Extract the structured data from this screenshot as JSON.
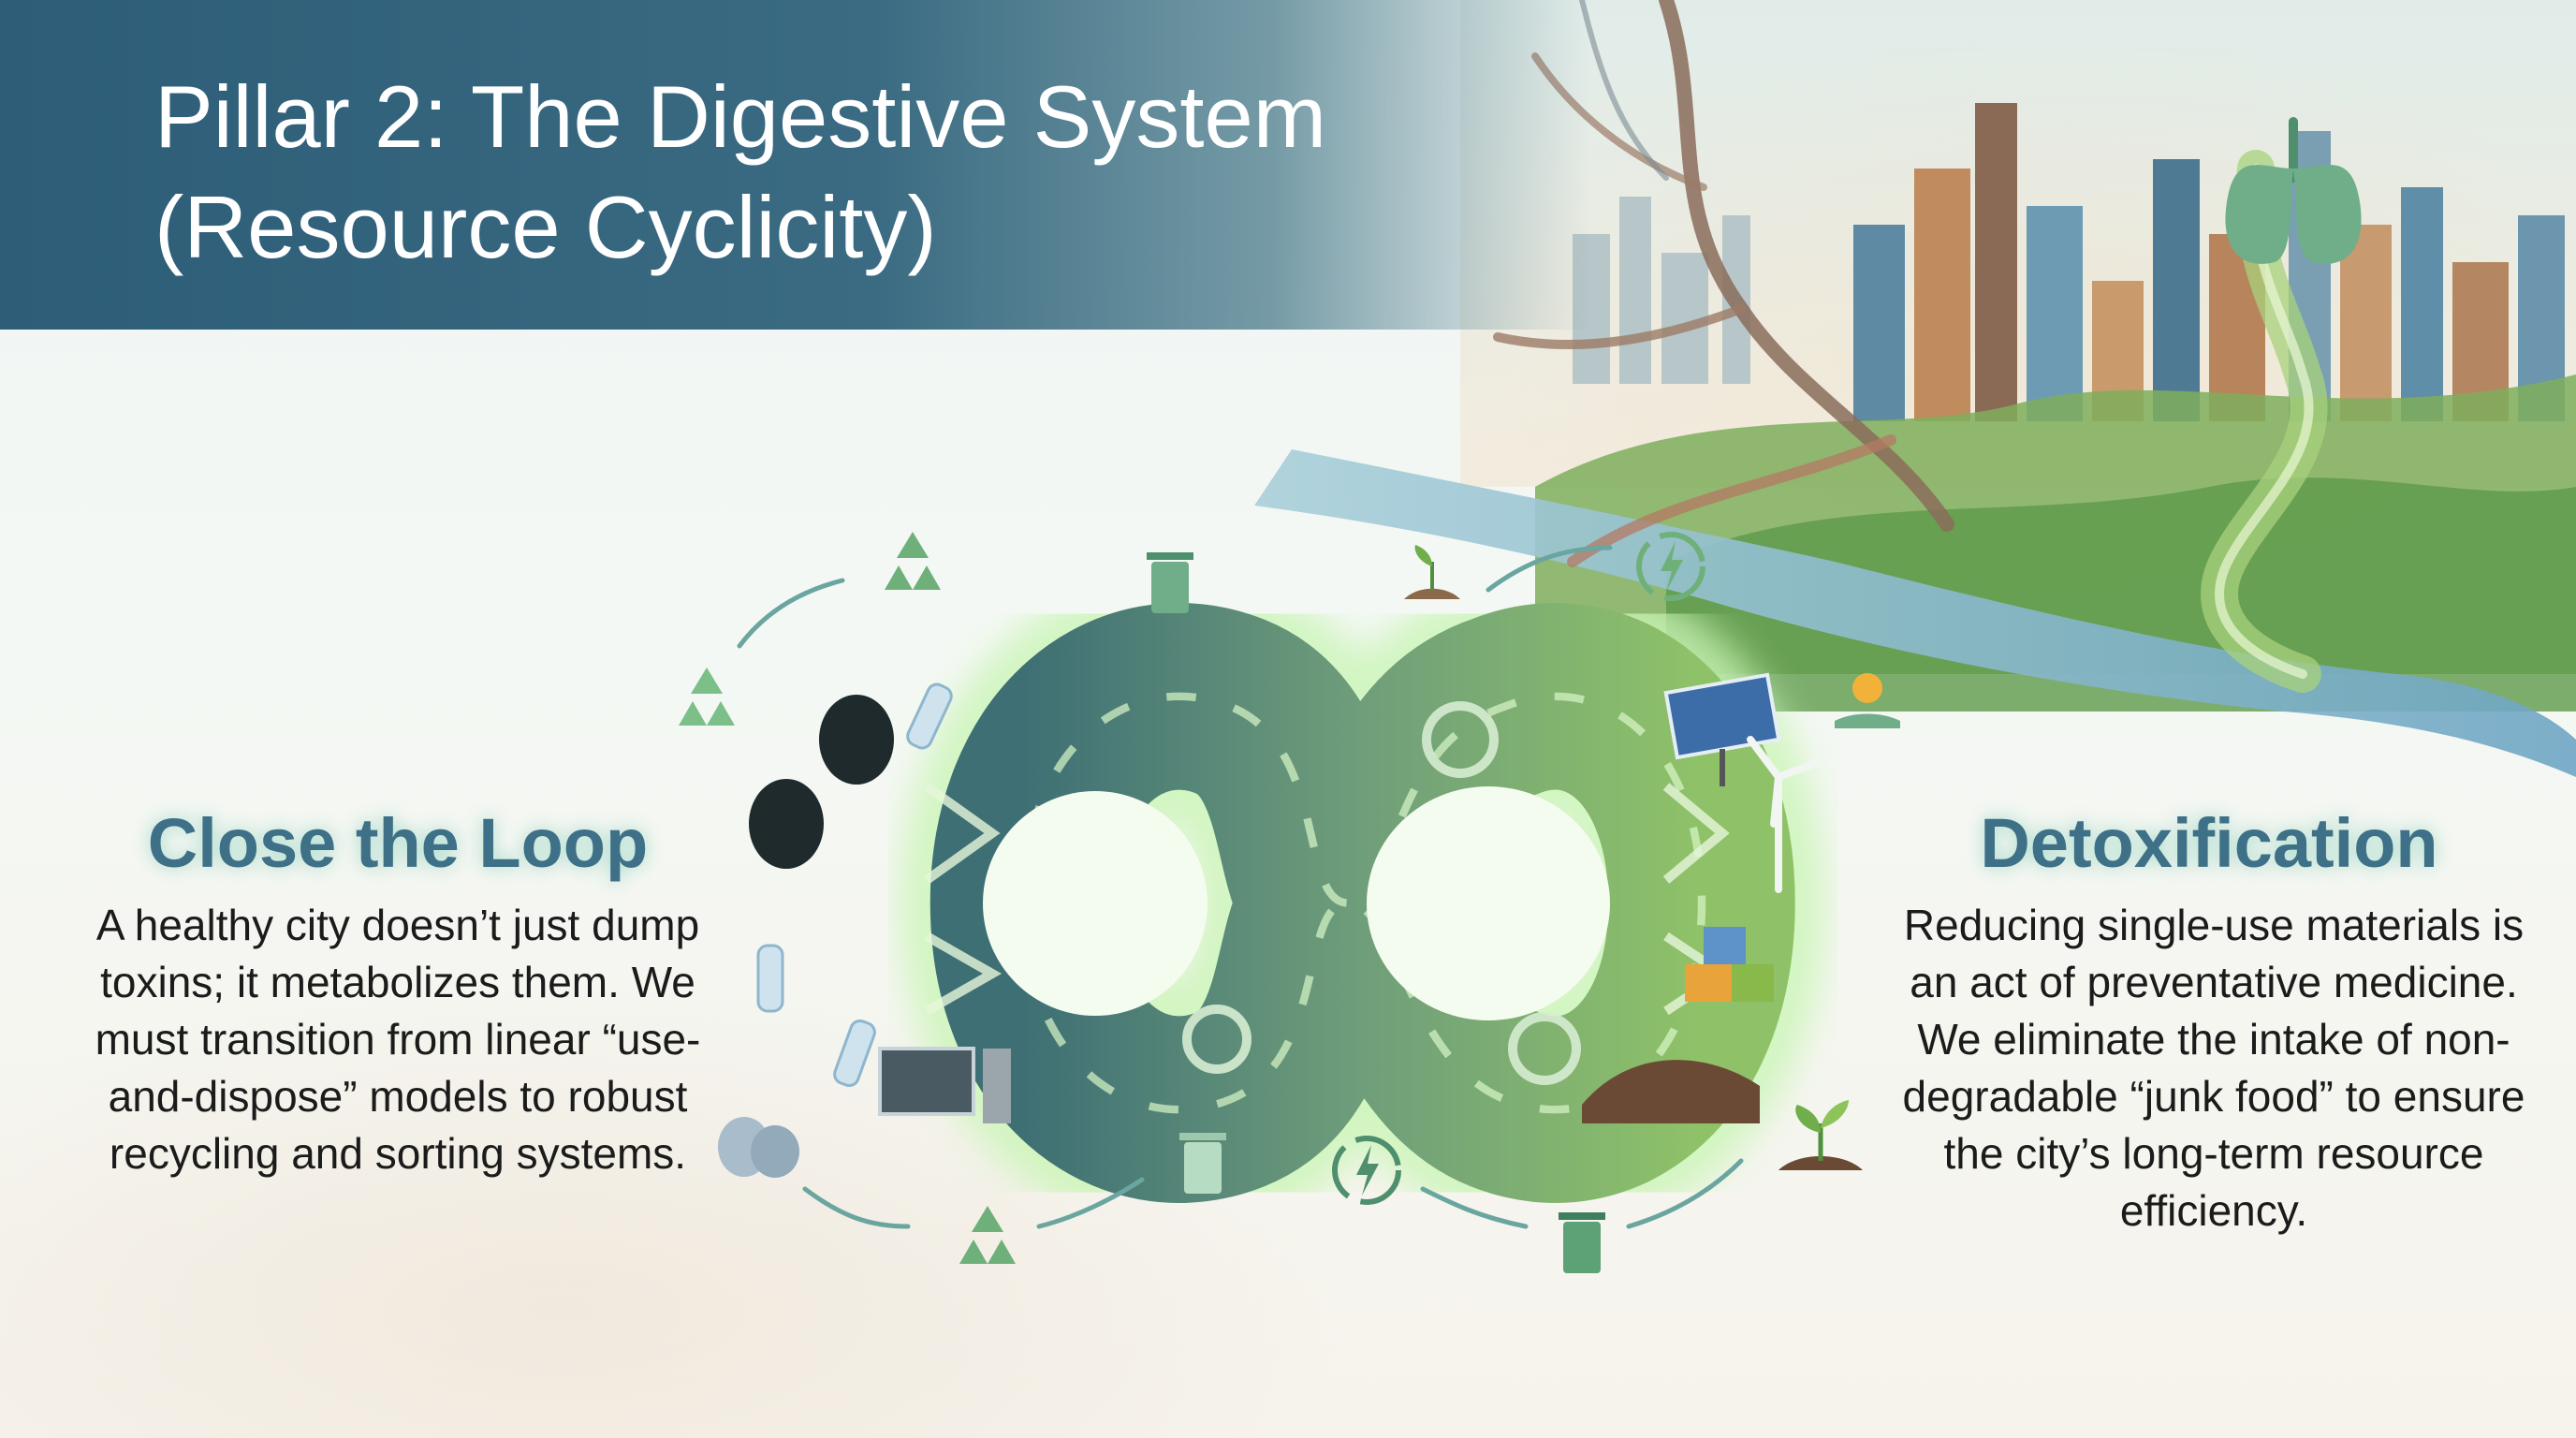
{
  "title": {
    "line1": "Pillar 2: The Digestive System",
    "line2": "(Resource Cyclicity)"
  },
  "left_panel": {
    "heading": "Close the Loop",
    "body": "A healthy city doesn’t just dump toxins; it metabolizes them. We must transition from linear “use-and-dispose” models to robust recycling and sorting systems."
  },
  "right_panel": {
    "heading": "Detoxification",
    "body": "Reducing single-use materials is an act of preventative medicine. We eliminate the intake of non-degradable “junk food” to ensure the city’s long-term resource efficiency."
  },
  "icons": [
    "recycle-icon",
    "trash-bin-icon",
    "sprout-icon",
    "energy-cycle-icon",
    "garbage-bag-icon",
    "plastic-bottle-icon",
    "computer-icon",
    "gear-icon",
    "solar-panel-icon",
    "wind-turbine-icon",
    "building-blocks-icon",
    "soil-icon",
    "sun-hand-icon",
    "lungs-icon"
  ],
  "colors": {
    "title_band": "#2d5d77",
    "heading": "#3e7087",
    "loop_light": "#8fc97a",
    "loop_dark": "#3f7a6e",
    "glow": "#c9f5b5"
  }
}
